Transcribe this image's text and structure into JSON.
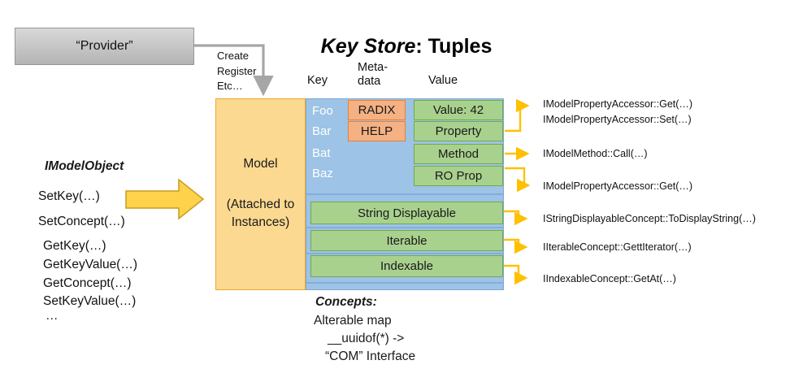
{
  "provider": {
    "label": "“Provider”",
    "actions": {
      "line1": "Create",
      "line2": "Register",
      "line3": "Etc…"
    }
  },
  "title": {
    "emphasis": "Key Store",
    "suffix": ": Tuples"
  },
  "columns": {
    "key": "Key",
    "meta_line1": "Meta-",
    "meta_line2": "data",
    "value": "Value"
  },
  "model": {
    "title": "Model",
    "subtitle_line1": "(Attached to",
    "subtitle_line2": "Instances)"
  },
  "keys": [
    "Foo",
    "Bar",
    "Bat",
    "Baz"
  ],
  "metadata": [
    "RADIX",
    "HELP"
  ],
  "values": [
    "Value: 42",
    "Property",
    "Method",
    "RO Prop"
  ],
  "concepts": [
    "String Displayable",
    "Iterable",
    "Indexable"
  ],
  "imodel": {
    "title": "IModelObject",
    "methods": [
      "SetKey(…)",
      "SetConcept(…)",
      "GetKey(…)",
      "GetKeyValue(…)",
      "GetConcept(…)",
      "SetKeyValue(…)",
      "…"
    ]
  },
  "annotations": [
    {
      "lines": [
        "IModelPropertyAccessor::Get(…)",
        "IModelPropertyAccessor::Set(…)"
      ]
    },
    {
      "lines": [
        "IModelMethod::Call(…)"
      ]
    },
    {
      "lines": [
        "IModelPropertyAccessor::Get(…)"
      ]
    },
    {
      "lines": [
        "IStringDisplayableConcept::ToDisplayString(…)"
      ]
    },
    {
      "lines": [
        "IIterableConcept::GettIterator(…)"
      ]
    },
    {
      "lines": [
        "IIndexableConcept::GetAt(…)"
      ]
    }
  ],
  "footer": {
    "title": "Concepts:",
    "line1": "Alterable map",
    "line2": "__uuidof(*) ->",
    "line3": "“COM” Interface"
  },
  "colors": {
    "model_fill": "#FCD990",
    "model_border": "#F0A52E",
    "keystore_fill": "#9DC3E6",
    "keystore_border": "#7FA8D6",
    "metadata_fill": "#F4B183",
    "metadata_border": "#ED7D31",
    "value_fill": "#A9D18E",
    "value_border": "#6FAC49",
    "connector_yellow": "#FFC000",
    "connector_gray": "#A6A6A6",
    "block_arrow_fill": "#FFD24B",
    "provider_fill": "#C6C6C6"
  }
}
